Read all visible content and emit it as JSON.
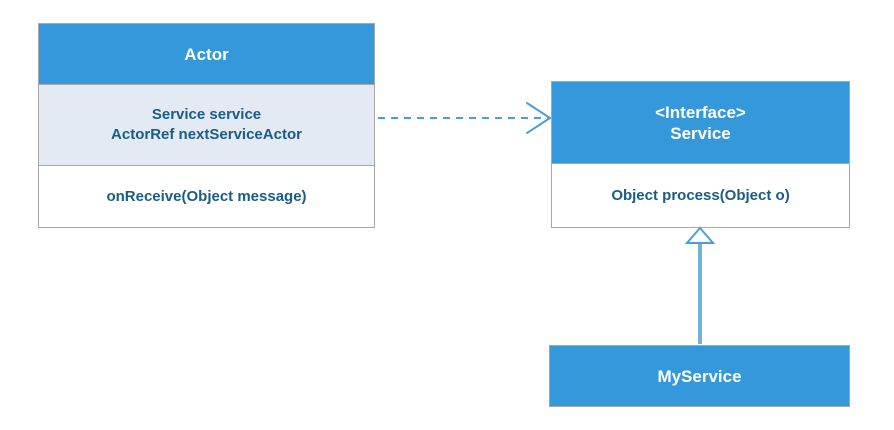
{
  "diagram": {
    "type": "uml-class-diagram",
    "background_color": "#ffffff",
    "classes": [
      {
        "id": "actor",
        "name": "Actor",
        "stereotype": "",
        "attributes": [
          "Service service",
          "ActorRef nextServiceActor"
        ],
        "operations": [
          "onReceive(Object message)"
        ]
      },
      {
        "id": "service",
        "name": "Service",
        "stereotype": "<Interface>",
        "attributes": [],
        "operations": [
          "Object process(Object o)"
        ]
      },
      {
        "id": "myservice",
        "name": "MyService",
        "stereotype": "",
        "attributes": [],
        "operations": []
      }
    ],
    "relationships": [
      {
        "id": "actor-depends-on-service",
        "type": "dependency",
        "line_style": "dashed",
        "arrowhead": "open-v",
        "from": "actor",
        "to": "service",
        "label": ""
      },
      {
        "id": "myservice-realizes-service",
        "type": "generalization",
        "line_style": "solid",
        "arrowhead": "hollow-triangle",
        "from": "myservice",
        "to": "service",
        "label": ""
      }
    ],
    "colors": {
      "header_fill": "#3498db",
      "header_text": "#ffffff",
      "attribute_fill": "#e4eaf4",
      "operation_fill": "#ffffff",
      "body_text": "#1a5c85",
      "border": "#a8a8a8",
      "connector": "#4a9fd8"
    }
  }
}
